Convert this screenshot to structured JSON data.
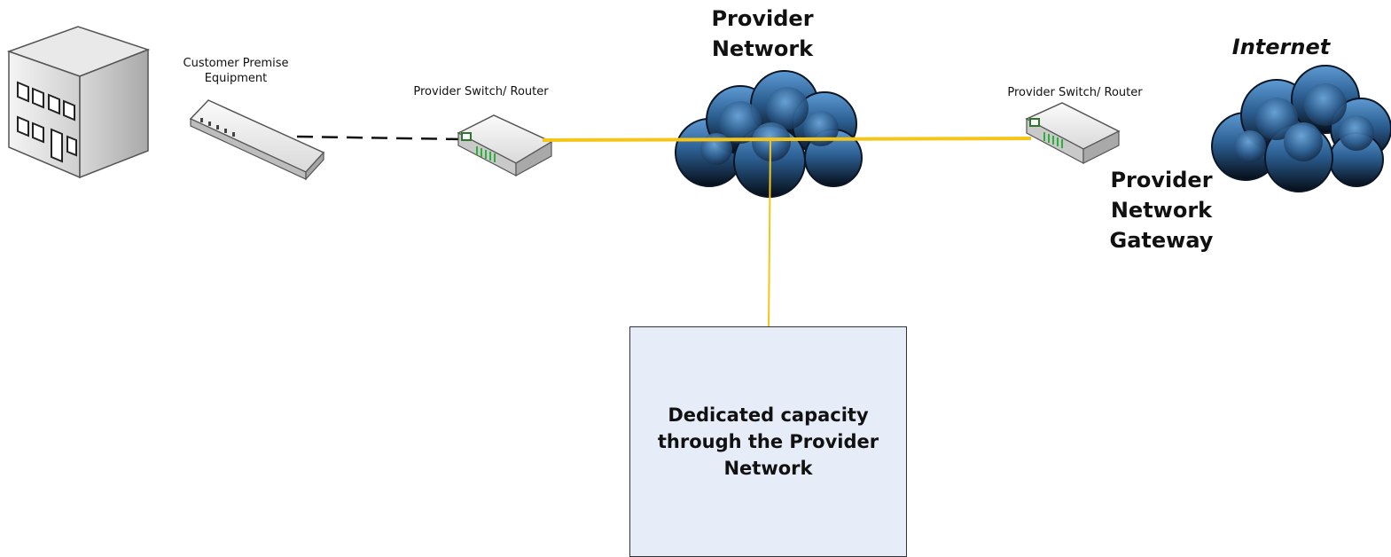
{
  "labels": {
    "customer_premise": "Customer Premise\nEquipment",
    "provider_switch_left": "Provider Switch/ Router",
    "provider_network": "Provider\nNetwork",
    "provider_switch_right": "Provider Switch/ Router",
    "internet": "Internet",
    "gateway": "Provider\nNetwork\nGateway",
    "capacity": "Dedicated capacity\nthrough the Provider\nNetwork"
  },
  "colors": {
    "link_primary": "#f5c518",
    "link_dashed": "#111111",
    "link_gateway": "#b3b3b3",
    "cloud_dark": "#0b1a2c",
    "cloud_light": "#4a86c0",
    "capacity_fill": "#e7edf8"
  },
  "icons": {
    "building": "office-building-icon",
    "cpe": "cpe-switch-icon",
    "router_left": "router-icon",
    "router_right": "router-icon",
    "cloud_provider": "cloud-icon",
    "cloud_internet": "cloud-icon"
  }
}
